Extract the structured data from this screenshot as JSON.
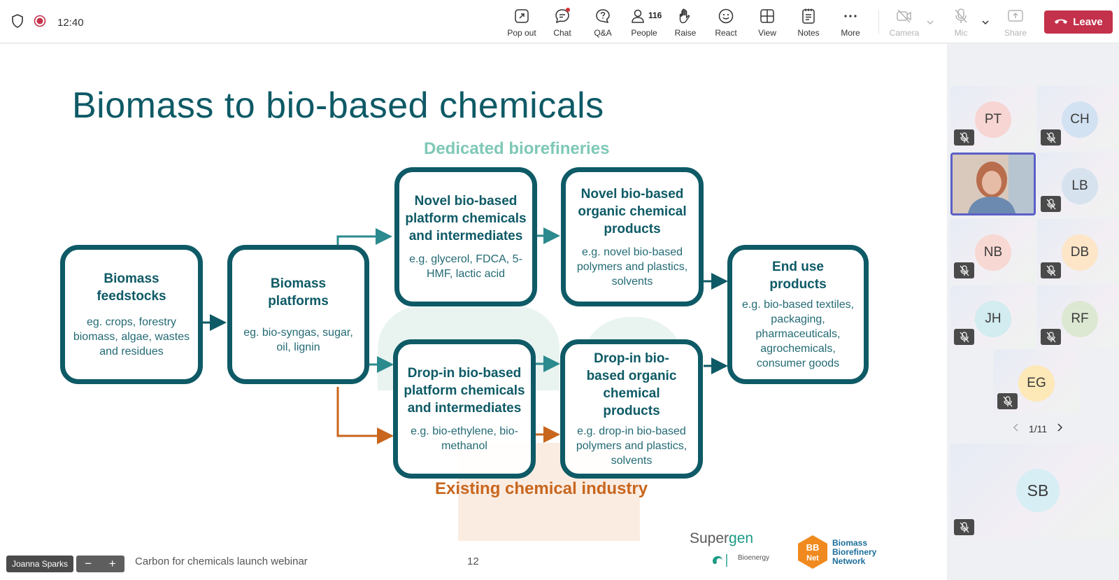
{
  "toolbar": {
    "time": "12:40",
    "pop_out": "Pop out",
    "chat": "Chat",
    "qa": "Q&A",
    "people": "People",
    "people_count": "116",
    "raise": "Raise",
    "react": "React",
    "view": "View",
    "notes": "Notes",
    "more": "More",
    "camera": "Camera",
    "mic": "Mic",
    "share": "Share",
    "leave": "Leave"
  },
  "slide": {
    "title": "Biomass to bio-based chemicals",
    "dedicated_label": "Dedicated biorefineries",
    "existing_label": "Existing chemical industry",
    "boxes": [
      {
        "title": "Biomass feedstocks",
        "desc": "eg. crops, forestry biomass, algae, wastes and residues"
      },
      {
        "title": "Biomass platforms",
        "desc": "eg. bio-syngas, sugar, oil, lignin"
      },
      {
        "title": "Novel bio-based platform chemicals and intermediates",
        "desc": "e.g. glycerol, FDCA, 5-HMF, lactic acid"
      },
      {
        "title": "Novel bio-based organic chemical products",
        "desc": "e.g. novel bio-based polymers and plastics, solvents"
      },
      {
        "title": "Drop-in bio-based platform chemicals and intermediates",
        "desc": "e.g. bio-ethylene, bio-methanol"
      },
      {
        "title": "Drop-in bio-based organic chemical products",
        "desc": "e.g. drop-in bio-based polymers and plastics, solvents"
      },
      {
        "title": "End use products",
        "desc": "e.g. bio-based textiles, packaging, pharmaceuticals, agrochemicals, consumer goods"
      }
    ],
    "footer_title": "Carbon for chemicals launch webinar",
    "slide_number": "12",
    "logo_supergen_a": "Super",
    "logo_supergen_b": "gen",
    "logo_bioenergy": "Bioenergy",
    "logo_bbnet_badge": "BB Net",
    "logo_bbnet_l1": "Biomass",
    "logo_bbnet_l2": "Biorefinery",
    "logo_bbnet_l3": "Network"
  },
  "presenter": {
    "name": "Joanna Sparks",
    "zoom_out": "−",
    "zoom_in": "+"
  },
  "participants": [
    {
      "initials": "PT",
      "color": "#f6d5d3"
    },
    {
      "initials": "CH",
      "color": "#d3e2f2"
    },
    {
      "initials": "LB",
      "color": "#d6e2ee"
    },
    {
      "initials": "NB",
      "color": "#f8d8d2"
    },
    {
      "initials": "DB",
      "color": "#fde5c8"
    },
    {
      "initials": "JH",
      "color": "#d2ecf0"
    },
    {
      "initials": "RF",
      "color": "#dde8d2"
    },
    {
      "initials": "EG",
      "color": "#fde8b8"
    },
    {
      "initials": "SB",
      "color": "#d7eef4"
    }
  ],
  "pager": {
    "text": "1/11"
  },
  "colors": {
    "teal": "#0e5a66",
    "mint": "#7ec8b7",
    "orange": "#c8661d",
    "leave_red": "#c4314b",
    "highlight": "#5b5fc7"
  }
}
